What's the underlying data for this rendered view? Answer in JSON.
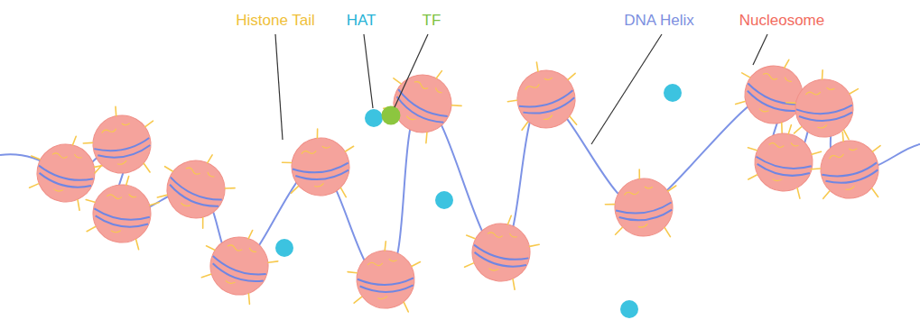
{
  "diagram": {
    "labels": [
      "Histone Tail",
      "HAT",
      "TF",
      "DNA Helix",
      "Nucleosome"
    ]
  }
}
